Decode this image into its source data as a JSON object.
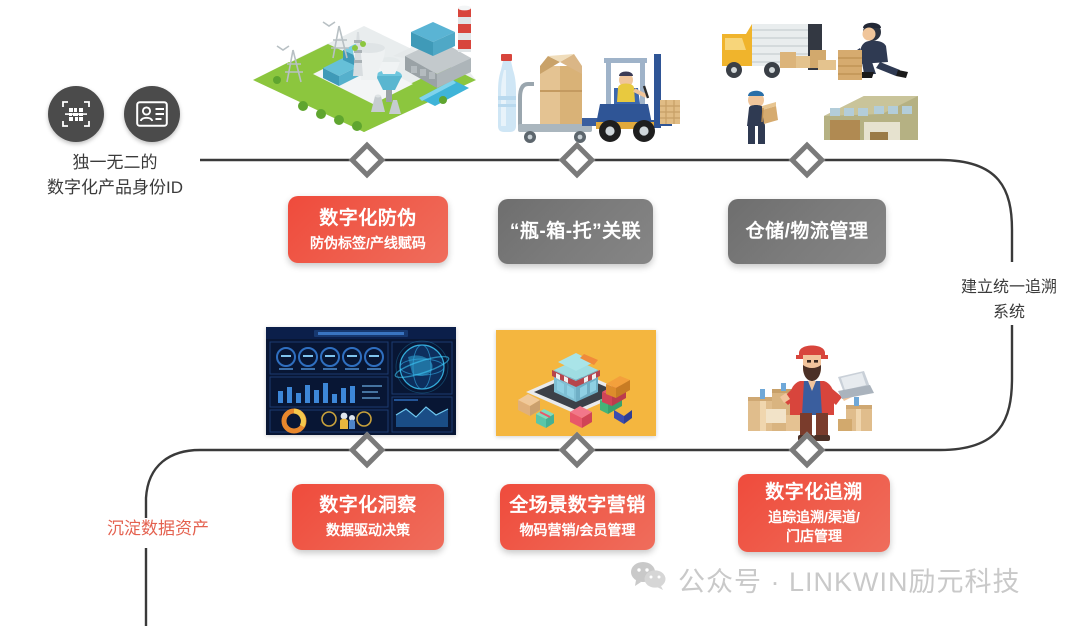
{
  "left_label": {
    "line1": "独一无二的",
    "line2": "数字化产品身份ID",
    "icons": [
      {
        "name": "qr-scan-icon",
        "label": "qr-scan-icon"
      },
      {
        "name": "id-card-icon",
        "label": "id-card-icon"
      }
    ]
  },
  "side_labels": {
    "right_line1": "建立统一追溯",
    "right_line2": "系统",
    "bottom_left": "沉淀数据资产"
  },
  "top_row": {
    "cards": [
      {
        "title": "数字化防伪",
        "subtitle": "防伪标签/产线赋码",
        "color": "red",
        "accent": "#ef5b4a"
      },
      {
        "title": "“瓶-箱-托”关联",
        "subtitle": "",
        "color": "gray",
        "accent": "#7b7b7b"
      },
      {
        "title": "仓储/物流管理",
        "subtitle": "",
        "color": "gray",
        "accent": "#7b7b7b"
      }
    ],
    "illustrations": [
      {
        "name": "factory-plant-illustration",
        "caption": "isometric industrial factory plant"
      },
      {
        "name": "bottle-box-forklift-illustration",
        "caption": "bottle, carton on cart and forklift"
      },
      {
        "name": "truck-warehouse-illustration",
        "caption": "delivery truck, workers and warehouse"
      }
    ]
  },
  "bottom_row": {
    "cards": [
      {
        "title": "数字化洞察",
        "subtitle": "数据驱动决策",
        "color": "red",
        "accent": "#ef5b4a"
      },
      {
        "title": "全场景数字营销",
        "subtitle": "物码营销/会员管理",
        "color": "red",
        "accent": "#ef5b4a"
      },
      {
        "title": "数字化追溯",
        "subtitle": "追踪追溯/渠道/",
        "subtitle2": "门店管理",
        "color": "red",
        "accent": "#ef5b4a"
      }
    ],
    "illustrations": [
      {
        "name": "data-dashboard-illustration",
        "caption": "dark blue BI data dashboard screen"
      },
      {
        "name": "retail-store-illustration",
        "caption": "isometric retail store on tablet"
      },
      {
        "name": "courier-laptop-illustration",
        "caption": "courier with laptop and parcel boxes"
      }
    ]
  },
  "watermark": {
    "text": "公众号 · LINKWIN励元科技",
    "icon": "wechat-icon",
    "color": "#c9c9c9"
  },
  "theme": {
    "red": "#ef5b4a",
    "gray": "#7b7b7b",
    "line": "#3a3a3a",
    "diamond": "#7a7a7a",
    "text": "#3b3b3b"
  }
}
